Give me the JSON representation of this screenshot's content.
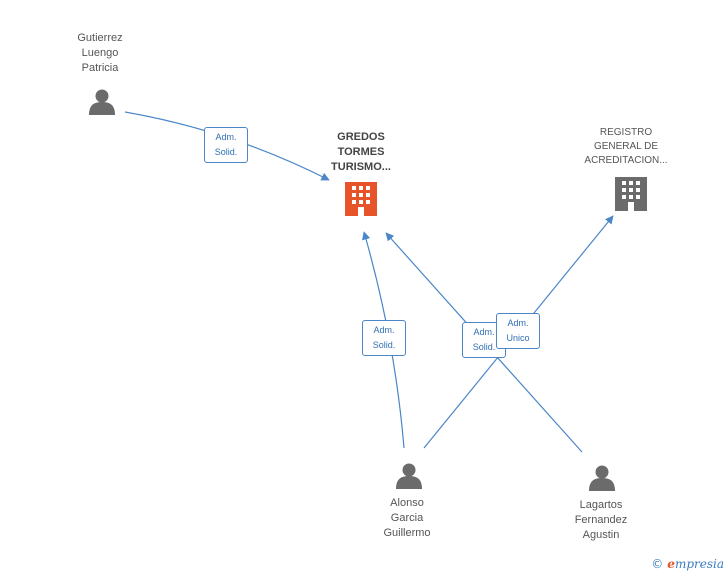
{
  "nodes": {
    "gutierrez": {
      "label": "Gutierrez\nLuengo\nPatricia",
      "type": "person",
      "icon": "person-icon"
    },
    "gredos": {
      "label": "GREDOS\nTORMES\nTURISMO...",
      "type": "company-main",
      "icon": "building-icon"
    },
    "registro": {
      "label": "REGISTRO\nGENERAL DE\nACREDITACION...",
      "type": "company",
      "icon": "building-icon"
    },
    "alonso": {
      "label": "Alonso\nGarcia\nGuillermo",
      "type": "person",
      "icon": "person-icon"
    },
    "lagartos": {
      "label": "Lagartos\nFernandez\nAgustin",
      "type": "person",
      "icon": "person-icon"
    }
  },
  "edges": {
    "gutierrez_gredos": {
      "label": "Adm.\nSolid."
    },
    "alonso_gredos": {
      "label": "Adm.\nSolid."
    },
    "lagartos_gredos": {
      "label": "Adm.\nSolid."
    },
    "alonso_registro": {
      "label": "Adm.\nUnico"
    }
  },
  "brand": {
    "copyright": "©",
    "name": "mpresia",
    "initial": "e"
  },
  "colors": {
    "edge": "#4a86c8",
    "person": "#6b6b6b",
    "main_company": "#e8542a",
    "company": "#6b6b6b"
  }
}
